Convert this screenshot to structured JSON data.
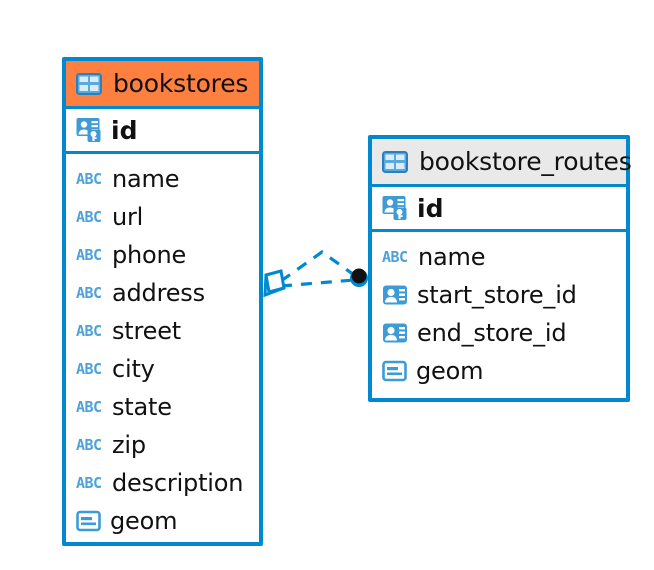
{
  "diagram": {
    "type": "entity-relationship-diagram",
    "background_color": "#ffffff",
    "accent_color": "#0089cf",
    "highlight_color": "#fd8040",
    "header_gray": "#e9e9e9"
  },
  "entities": [
    {
      "name": "bookstores",
      "header_style": "accent-orange",
      "icon": "table-icon",
      "primary_key": {
        "label": "id",
        "icon": "primary-key-icon"
      },
      "fields": [
        {
          "label": "name",
          "icon": "text-type-icon",
          "type": "ABC"
        },
        {
          "label": "url",
          "icon": "text-type-icon",
          "type": "ABC"
        },
        {
          "label": "phone",
          "icon": "text-type-icon",
          "type": "ABC"
        },
        {
          "label": "address",
          "icon": "text-type-icon",
          "type": "ABC"
        },
        {
          "label": "street",
          "icon": "text-type-icon",
          "type": "ABC"
        },
        {
          "label": "city",
          "icon": "text-type-icon",
          "type": "ABC"
        },
        {
          "label": "state",
          "icon": "text-type-icon",
          "type": "ABC"
        },
        {
          "label": "zip",
          "icon": "text-type-icon",
          "type": "ABC"
        },
        {
          "label": "description",
          "icon": "text-type-icon",
          "type": "ABC"
        },
        {
          "label": "geom",
          "icon": "geometry-type-icon",
          "type": "geometry"
        }
      ]
    },
    {
      "name": "bookstore_routes",
      "header_style": "accent-gray",
      "icon": "table-icon",
      "primary_key": {
        "label": "id",
        "icon": "primary-key-icon"
      },
      "fields": [
        {
          "label": "name",
          "icon": "text-type-icon",
          "type": "ABC"
        },
        {
          "label": "start_store_id",
          "icon": "foreign-key-icon",
          "type": "reference"
        },
        {
          "label": "end_store_id",
          "icon": "foreign-key-icon",
          "type": "reference"
        },
        {
          "label": "geom",
          "icon": "geometry-type-icon",
          "type": "geometry"
        }
      ]
    }
  ],
  "relationships": [
    {
      "from_entity": "bookstores",
      "to_entity": "bookstore_routes",
      "line_style": "dashed",
      "color": "#0089cf",
      "source_marker": "parallelogram-marker",
      "target_marker": "filled-circle-marker"
    },
    {
      "from_entity": "bookstores",
      "to_entity": "bookstore_routes",
      "line_style": "dashed",
      "color": "#0089cf",
      "source_marker": "parallelogram-marker",
      "target_marker": "filled-circle-marker"
    }
  ]
}
